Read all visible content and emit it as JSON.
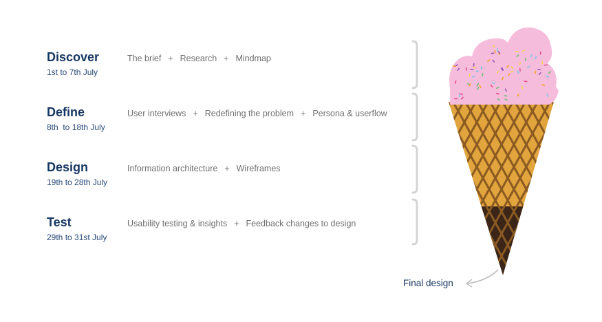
{
  "phases": [
    {
      "title": "Discover",
      "dates": "1st to 7th July",
      "steps": [
        "The brief",
        "Research",
        "Mindmap"
      ]
    },
    {
      "title": "Define",
      "dates": "8th  to 18th July",
      "steps": [
        "User interviews",
        "Redefining the problem",
        "Persona & userflow"
      ]
    },
    {
      "title": "Design",
      "dates": "19th to 28th July",
      "steps": [
        "Information architecture",
        "Wireframes"
      ]
    },
    {
      "title": "Test",
      "dates": "29th to 31st July",
      "steps": [
        "Usability testing & insights",
        "Feedback changes to design"
      ]
    }
  ],
  "separator": "+",
  "final_label": "Final design",
  "colors": {
    "title": "#173763",
    "steps": "#6f6f6f",
    "ice_cream": "#f5bcdc",
    "cone": "#e2a43c",
    "cone_dark": "#3a2518",
    "bracket": "#d4d4d4"
  }
}
